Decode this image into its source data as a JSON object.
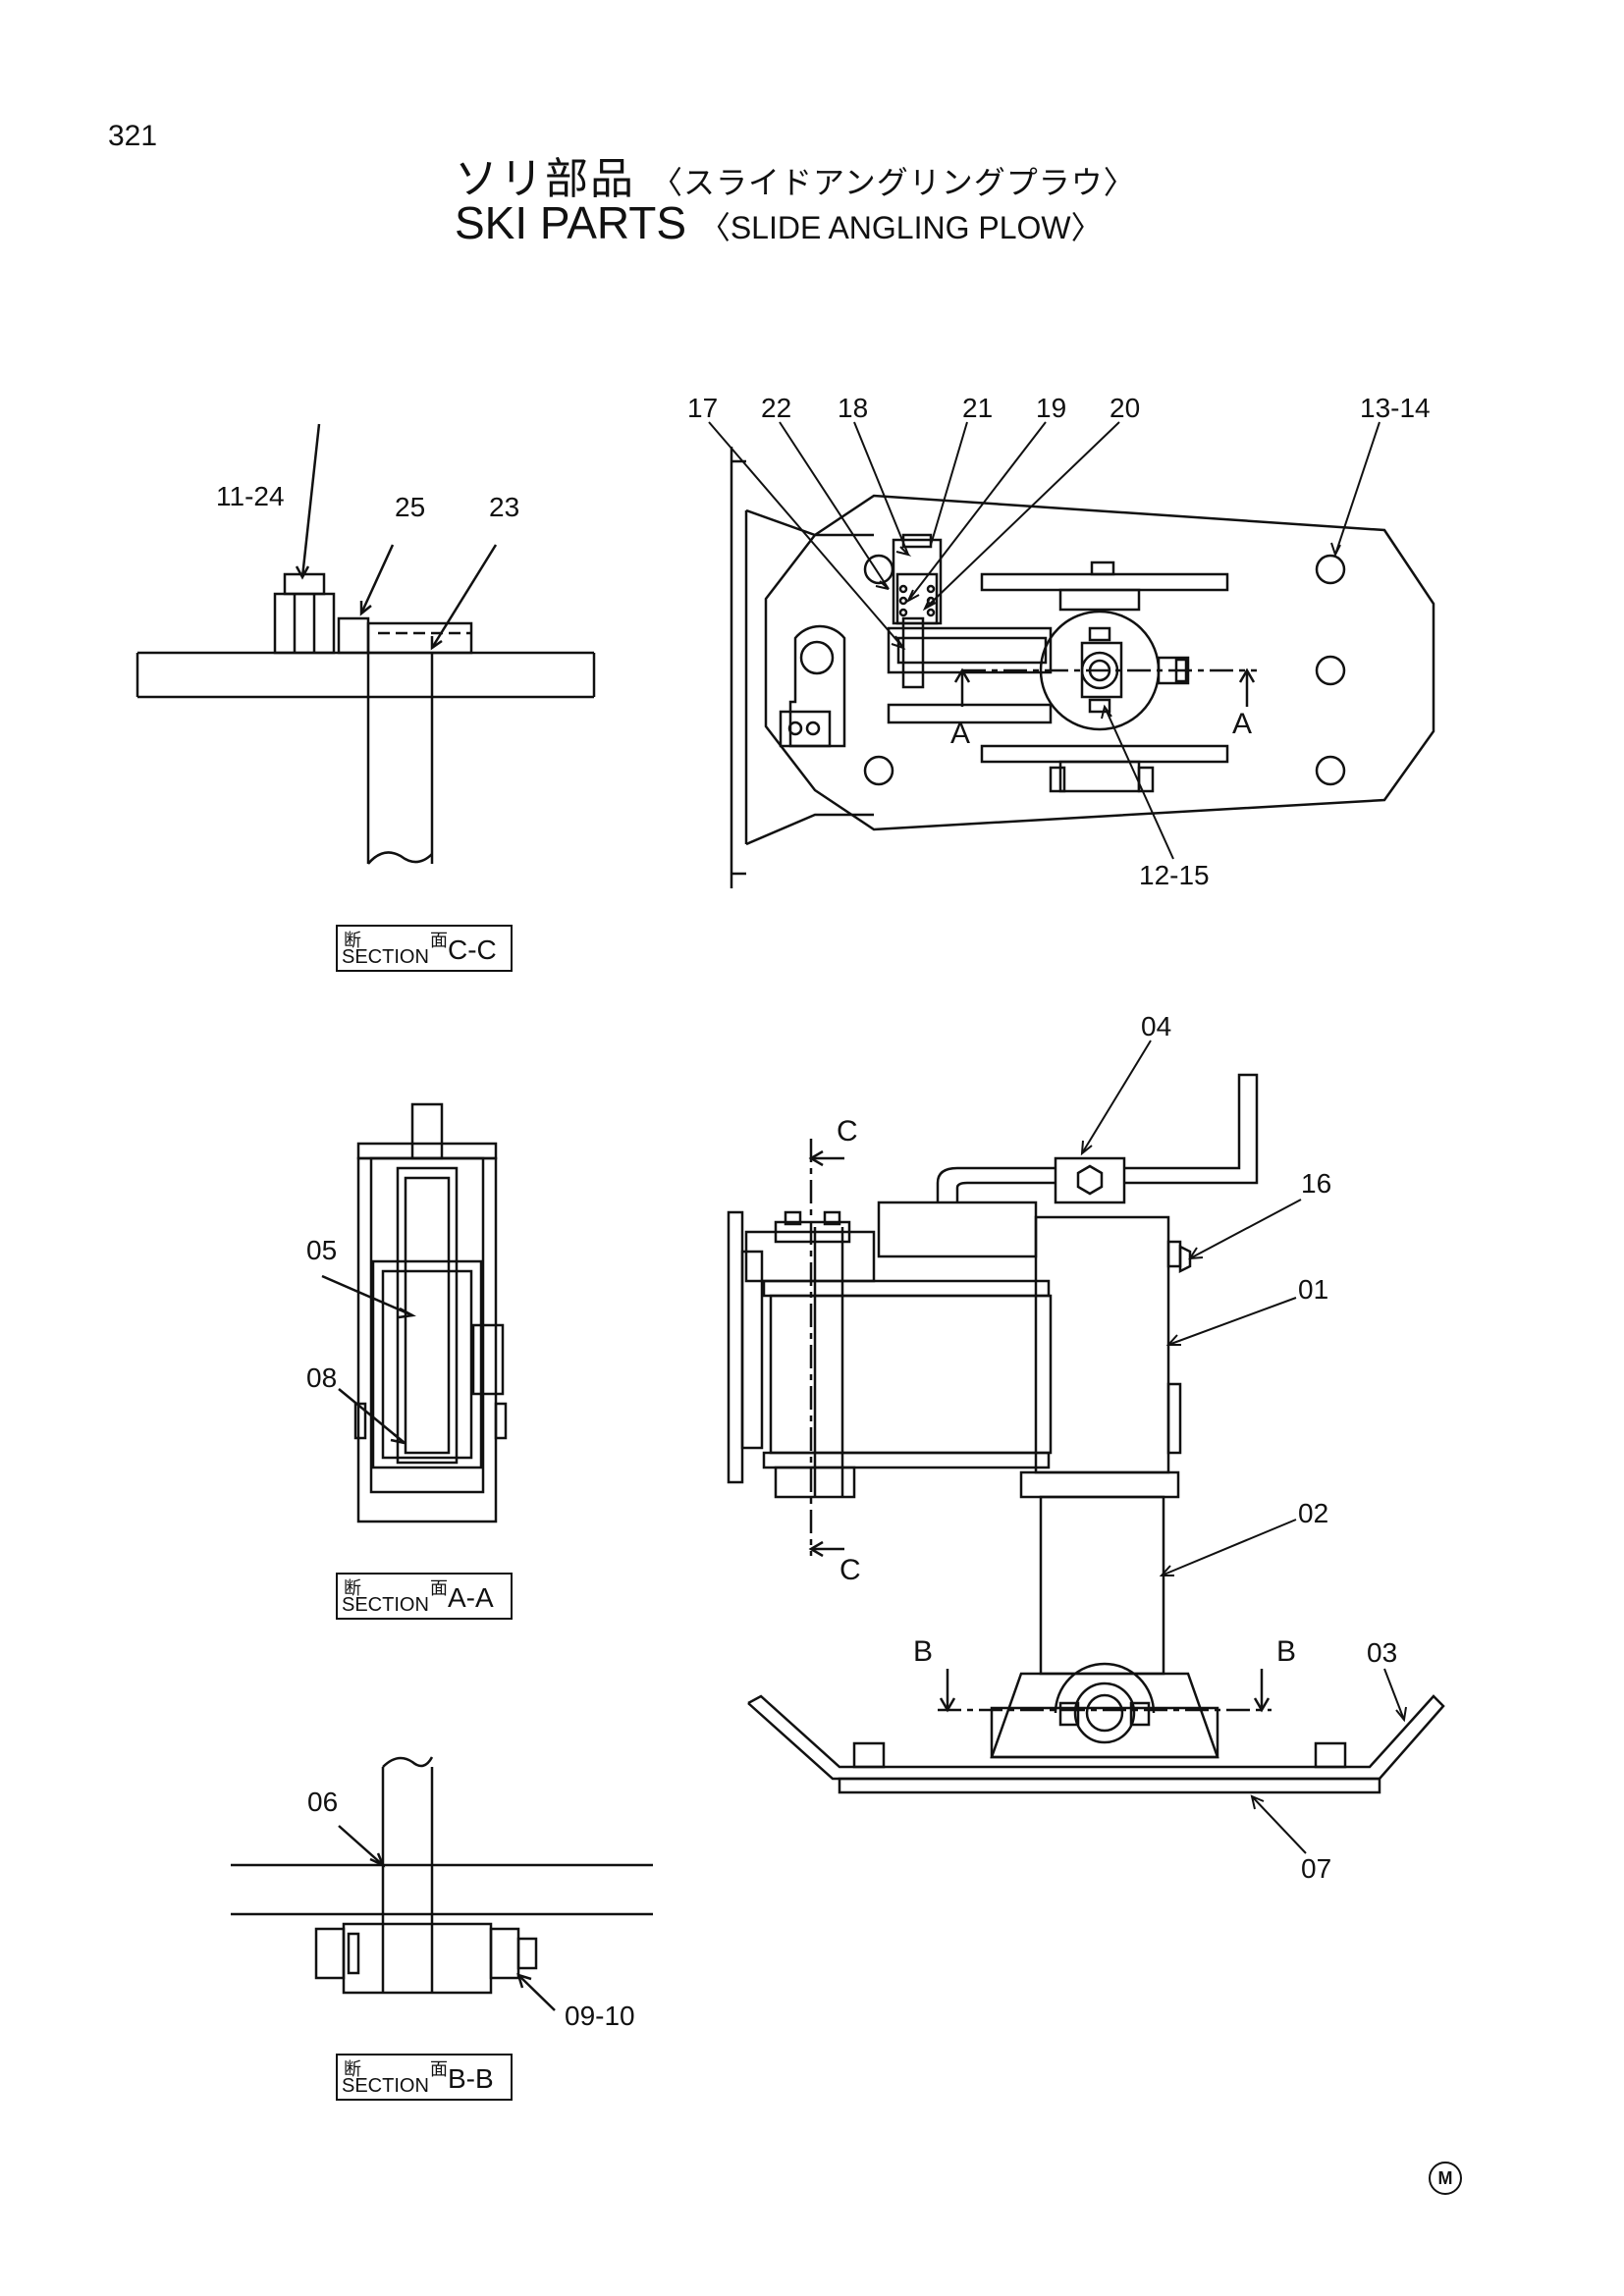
{
  "header": {
    "page_number": "321",
    "title_jp": "ソリ部品",
    "title_jp_sub": "〈スライドアングリングプラウ〉",
    "title_en": "SKI PARTS",
    "title_en_sub": "〈SLIDE ANGLING PLOW〉"
  },
  "callouts": {
    "c17": "17",
    "c22": "22",
    "c18": "18",
    "c21": "21",
    "c19": "19",
    "c20": "20",
    "c13_14": "13-14",
    "c12_15": "12-15",
    "c11_24": "11-24",
    "c25": "25",
    "c23": "23",
    "c05": "05",
    "c08": "08",
    "c04": "04",
    "c16": "16",
    "c01": "01",
    "c02": "02",
    "c03": "03",
    "c07": "07",
    "c06": "06",
    "c09_10": "09-10"
  },
  "section_marks": {
    "a_left": "A",
    "a_right": "A",
    "b_left": "B",
    "b_right": "B",
    "c_top": "C",
    "c_bottom": "C"
  },
  "section_labels": {
    "kanji_1": "断",
    "kanji_2": "面",
    "word": "SECTION",
    "cc": "C-C",
    "aa": "A-A",
    "bb": "B-B"
  },
  "seal": "M"
}
